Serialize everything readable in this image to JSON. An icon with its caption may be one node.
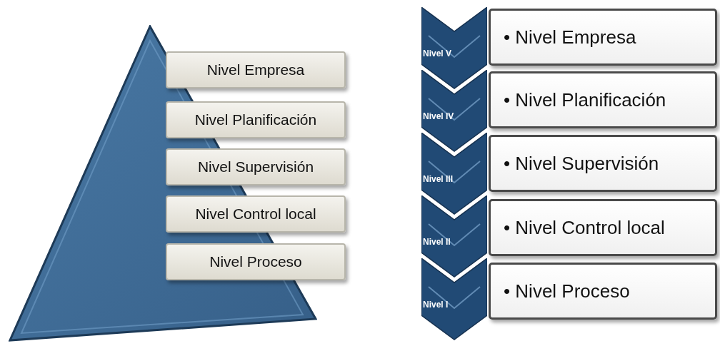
{
  "diagram": {
    "nodes": [
      {
        "text": [],
        "shape": "triangle"
      },
      {
        "text": [
          "Nivel Empresa"
        ]
      },
      {
        "text": [
          "Nivel Planificación"
        ]
      },
      {
        "text": [
          "Nivel Supervisión"
        ]
      },
      {
        "text": [
          "Nivel Control local"
        ]
      },
      {
        "text": [
          "Nivel Proceso"
        ]
      },
      {
        "text": [
          "Nivel V"
        ]
      },
      {
        "text": [
          "• Nivel Empresa"
        ]
      },
      {
        "text": [
          "Nivel IV"
        ]
      },
      {
        "text": [
          "• Nivel Planificación"
        ]
      },
      {
        "text": [
          "Nivel III"
        ]
      },
      {
        "text": [
          "• Nivel Supervisión"
        ]
      },
      {
        "text": [
          "Nivel II"
        ]
      },
      {
        "text": [
          "• Nivel Control local"
        ]
      },
      {
        "text": [
          "Nivel I"
        ]
      },
      {
        "text": [
          "• Nivel Proceso"
        ]
      }
    ]
  }
}
